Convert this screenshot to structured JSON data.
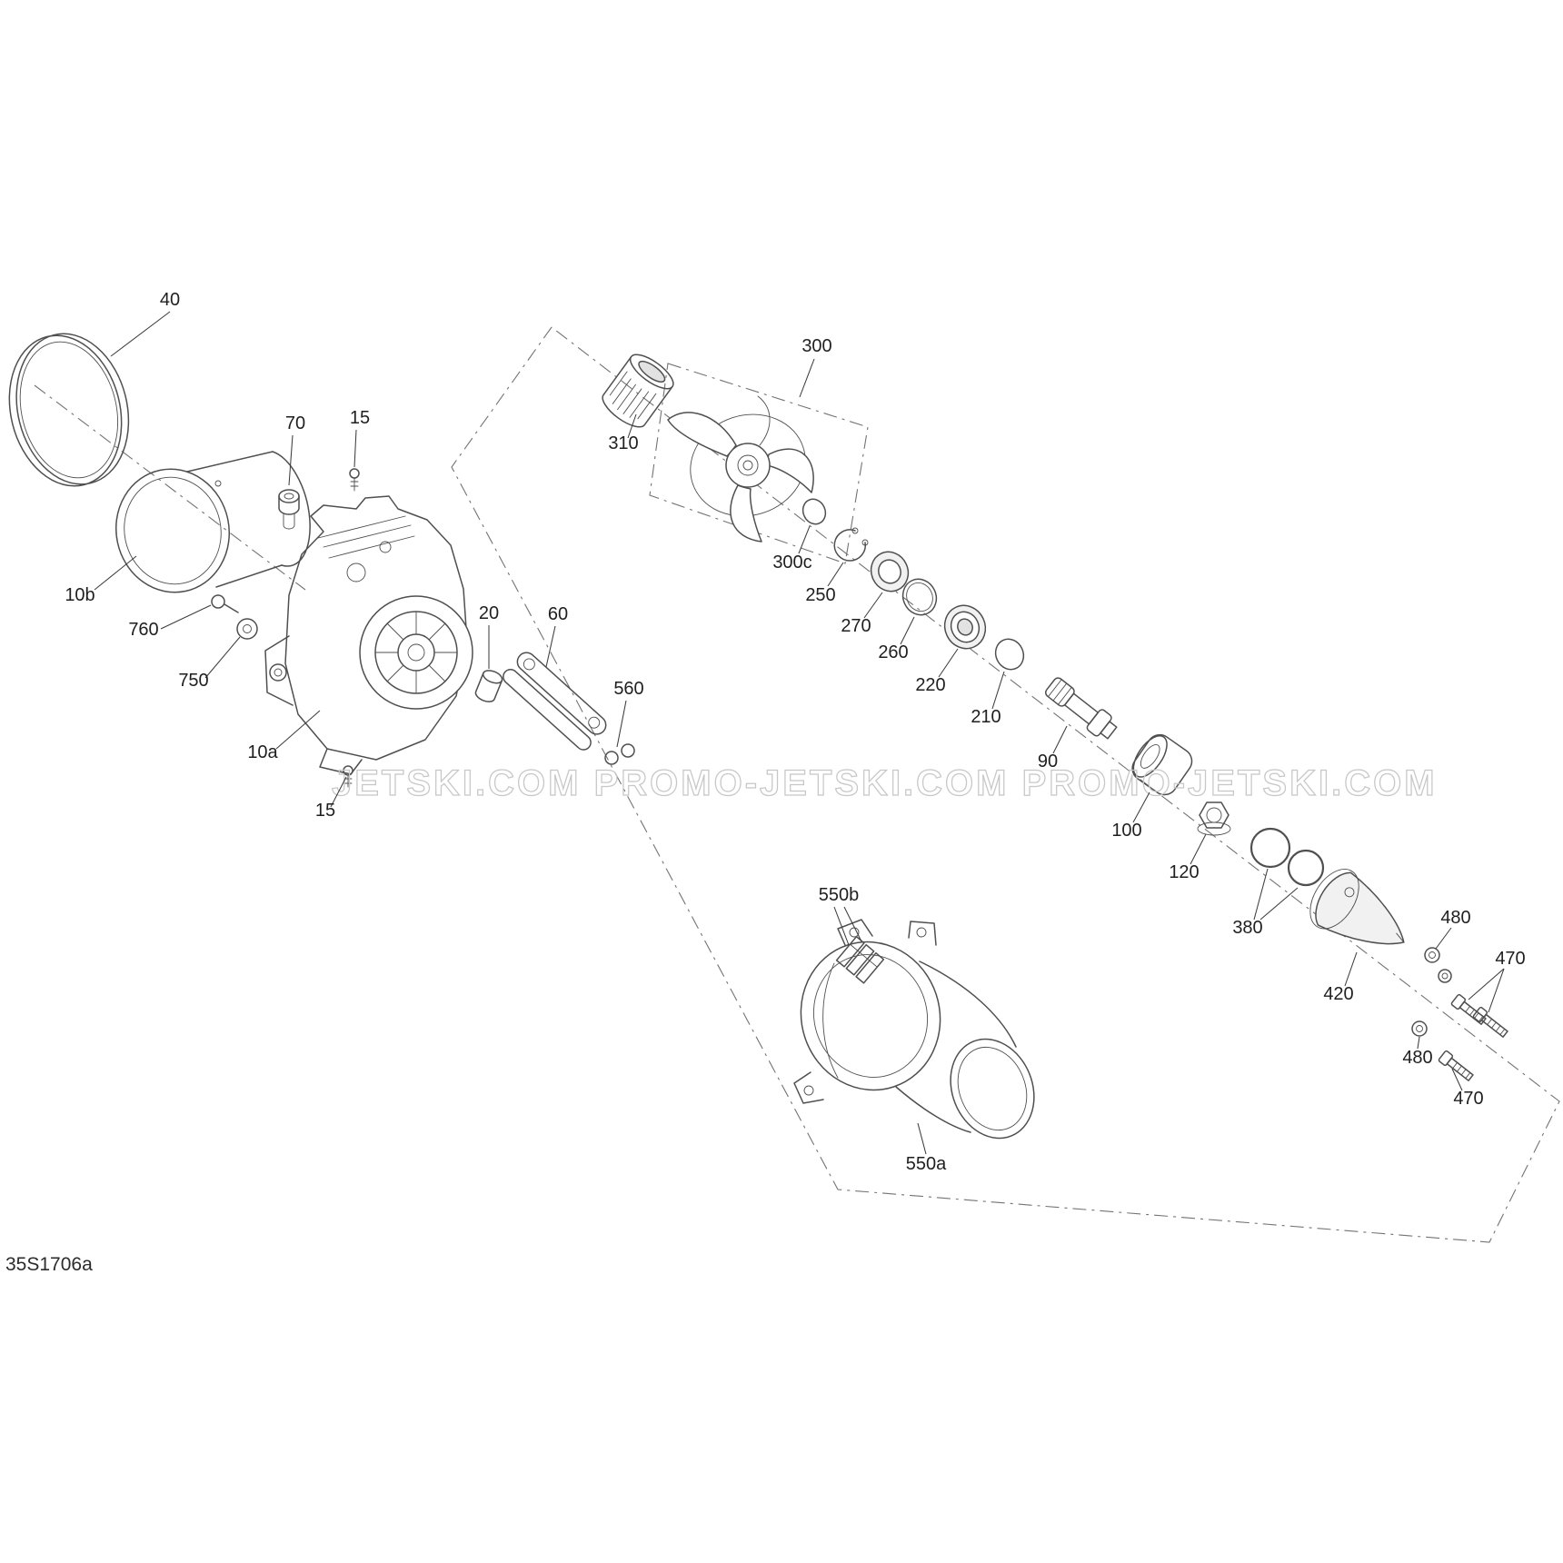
{
  "page": {
    "background_color": "#ffffff",
    "line_color": "#4f4f4f",
    "watermark_color": "#c7c7c7",
    "diagram_code": "35S1706a",
    "watermark": "JETSKI.COM PROMO-JETSKI.COM PROMO-JETSKI.COM"
  },
  "labels": {
    "p40": "40",
    "p10b": "10b",
    "p70": "70",
    "p15a": "15",
    "p760": "760",
    "p750": "750",
    "p10a": "10a",
    "p20": "20",
    "p60": "60",
    "p560": "560",
    "p15b": "15",
    "p310": "310",
    "p300": "300",
    "p300c": "300c",
    "p250": "250",
    "p270": "270",
    "p260": "260",
    "p220": "220",
    "p210": "210",
    "p90": "90",
    "p100": "100",
    "p120": "120",
    "p380": "380",
    "p420": "420",
    "p480_upper": "480",
    "p470_upper": "470",
    "p480_lower": "480",
    "p470_lower": "470",
    "p550b": "550b",
    "p550a": "550a"
  }
}
